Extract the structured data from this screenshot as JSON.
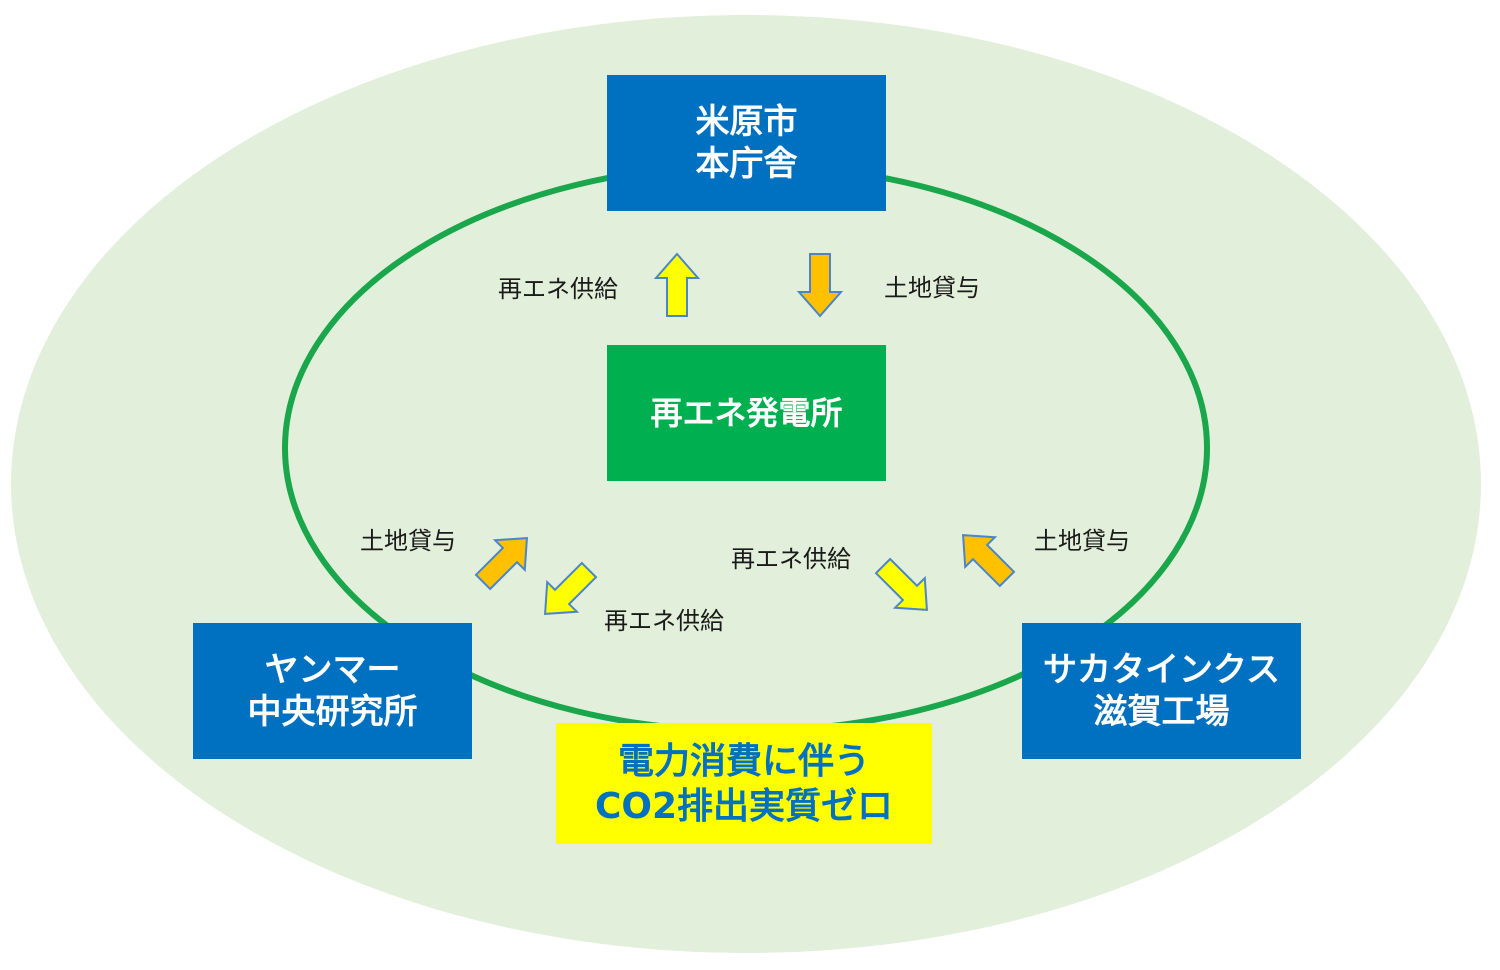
{
  "colors": {
    "outer_ellipse": "#e2efda",
    "ring": "#1aa64a",
    "node_box": "#0070c0",
    "center_box": "#00b050",
    "goal_box": "#ffff00",
    "goal_text": "#0070c0",
    "arrow_supply": "#ffff00",
    "arrow_land": "#ffc000",
    "arrow_outline": "#4a86c8"
  },
  "nodes": {
    "city_hall": {
      "line1": "米原市",
      "line2": "本庁舎"
    },
    "plant": {
      "label": "再エネ発電所"
    },
    "yanmar": {
      "line1": "ヤンマー",
      "line2": "中央研究所"
    },
    "sakata": {
      "line1": "サカタインクス",
      "line2": "滋賀工場"
    },
    "goal": {
      "line1": "電力消費に伴う",
      "line2": "CO2排出実質ゼロ"
    }
  },
  "labels": {
    "top_supply": "再エネ供給",
    "top_land": "土地貸与",
    "left_land": "土地貸与",
    "left_supply": "再エネ供給",
    "right_supply": "再エネ供給",
    "right_land": "土地貸与"
  },
  "icons": {
    "arrow_up": "arrow-up-icon",
    "arrow_down": "arrow-down-icon",
    "arrow_diag_upright": "arrow-up-right-icon",
    "arrow_diag_downleft": "arrow-down-left-icon",
    "arrow_diag_downright": "arrow-down-right-icon",
    "arrow_diag_upleft": "arrow-up-left-icon"
  }
}
